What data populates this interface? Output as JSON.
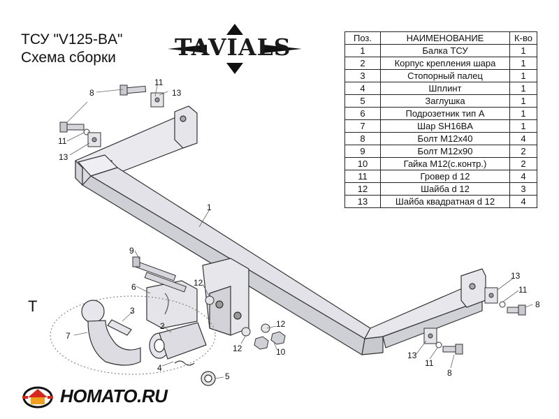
{
  "header": {
    "title_line1": "ТСУ  \"V125-BA\"",
    "title_line2": "Схема сборки"
  },
  "logo": {
    "text": "TAVIALS"
  },
  "parts_table": {
    "headers": [
      "Поз.",
      "НАИМЕНОВАНИЕ",
      "К-во"
    ],
    "rows": [
      [
        "1",
        "Балка ТСУ",
        "1"
      ],
      [
        "2",
        "Корпус крепления шара",
        "1"
      ],
      [
        "3",
        "Стопорный палец",
        "1"
      ],
      [
        "4",
        "Шплинт",
        "1"
      ],
      [
        "5",
        "Заглушка",
        "1"
      ],
      [
        "6",
        "Подрозетник тип A",
        "1"
      ],
      [
        "7",
        "Шар SH16BA",
        "1"
      ],
      [
        "8",
        "Болт М12х40",
        "4"
      ],
      [
        "9",
        "Болт М12х90",
        "2"
      ],
      [
        "10",
        "Гайка М12(с.контр.)",
        "2"
      ],
      [
        "11",
        "Гровер d 12",
        "4"
      ],
      [
        "12",
        "Шайба d 12",
        "3"
      ],
      [
        "13",
        "Шайба квадратная d 12",
        "4"
      ]
    ]
  },
  "callouts": {
    "c1": "1",
    "c2": "2",
    "c3": "3",
    "c4": "4",
    "c5": "5",
    "c6": "6",
    "c7": "7",
    "c8a": "8",
    "c8b": "8",
    "c8c": "8",
    "c9": "9",
    "c10": "10",
    "c11a": "11",
    "c11b": "11",
    "c11c": "11",
    "c11d": "11",
    "c12a": "12",
    "c12b": "12",
    "c12c": "12",
    "c13a": "13",
    "c13b": "13",
    "c13c": "13",
    "c13d": "13"
  },
  "group_label": "T",
  "footer": {
    "site": "HOMATO.RU"
  }
}
